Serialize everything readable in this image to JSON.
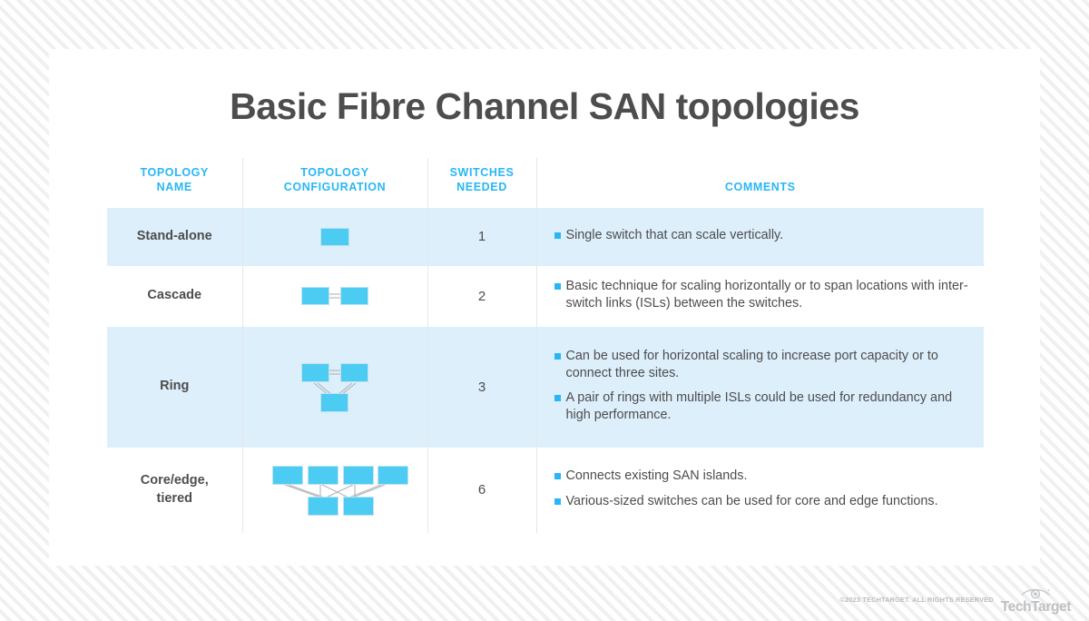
{
  "page": {
    "title": "Basic Fibre Channel SAN topologies",
    "accent_color": "#29b6f6",
    "switch_color": "#4ccbf3",
    "row_alt_color": "#ddeffb",
    "text_color": "#4d4d4d"
  },
  "table": {
    "headers": [
      {
        "line1": "TOPOLOGY",
        "line2": "NAME"
      },
      {
        "line1": "TOPOLOGY",
        "line2": "CONFIGURATION"
      },
      {
        "line1": "SWITCHES",
        "line2": "NEEDED"
      },
      {
        "line1": "COMMENTS",
        "line2": ""
      }
    ],
    "rows": [
      {
        "name_line1": "Stand-alone",
        "name_line2": "",
        "switches_needed": "1",
        "diagram": "stand-alone",
        "comments": [
          "Single switch that can scale vertically."
        ]
      },
      {
        "name_line1": "Cascade",
        "name_line2": "",
        "switches_needed": "2",
        "diagram": "cascade",
        "comments": [
          "Basic technique for scaling horizontally or to span locations with inter-switch links (ISLs) between the switches."
        ]
      },
      {
        "name_line1": "Ring",
        "name_line2": "",
        "switches_needed": "3",
        "diagram": "ring",
        "comments": [
          "Can be used for horizontal scaling to increase port capacity or to connect three sites.",
          "A pair of rings with multiple ISLs could be used for redundancy and high performance."
        ]
      },
      {
        "name_line1": "Core/edge,",
        "name_line2": "tiered",
        "switches_needed": "6",
        "diagram": "core-edge",
        "comments": [
          "Connects existing SAN islands.",
          "Various-sized switches can be used for core and edge functions."
        ]
      }
    ]
  },
  "footer": {
    "copyright": "©2023 TECHTARGET. ALL RIGHTS RESERVED",
    "brand": "TechTarget"
  }
}
